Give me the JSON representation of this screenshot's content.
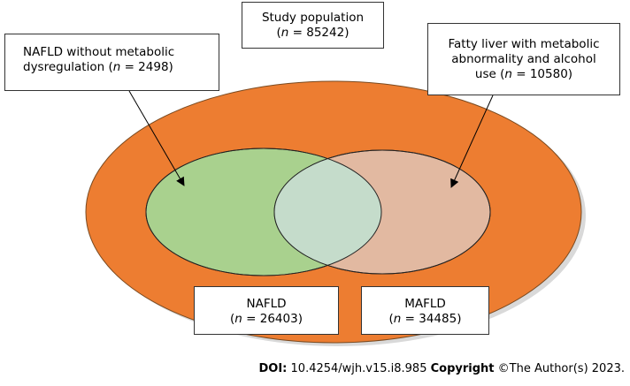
{
  "boxes": {
    "study_population": {
      "line1": "Study population",
      "n_label": "n",
      "n_value": " = 85242)"
    },
    "nafld_without_dysregulation": {
      "line1": "NAFLD without metabolic",
      "line2_prefix": "dysregulation (",
      "n_label": "n",
      "n_value": " = 2498)"
    },
    "fatty_liver_metabolic_alcohol": {
      "line1": "Fatty liver with metabolic",
      "line2": "abnormality and alcohol",
      "line3_prefix": "use (",
      "n_label": "n",
      "n_value": " = 10580)"
    },
    "nafld": {
      "line1": "NAFLD",
      "n_label": "n",
      "n_value": " = 26403)"
    },
    "mafld": {
      "line1": "MAFLD",
      "n_label": "n",
      "n_value": " = 34485)"
    }
  },
  "footer": {
    "doi_label": "DOI:",
    "doi_value": " 10.4254/wjh.v15.i8.985 ",
    "copyright_label": "Copyright",
    "copyright_value": " ©The Author(s) 2023."
  },
  "colors": {
    "outer_ellipse": "#ED7D31",
    "nafld_circle": "#A9D18E",
    "mafld_circle": "#E2B9A1",
    "overlap": "#C5DCCB"
  }
}
